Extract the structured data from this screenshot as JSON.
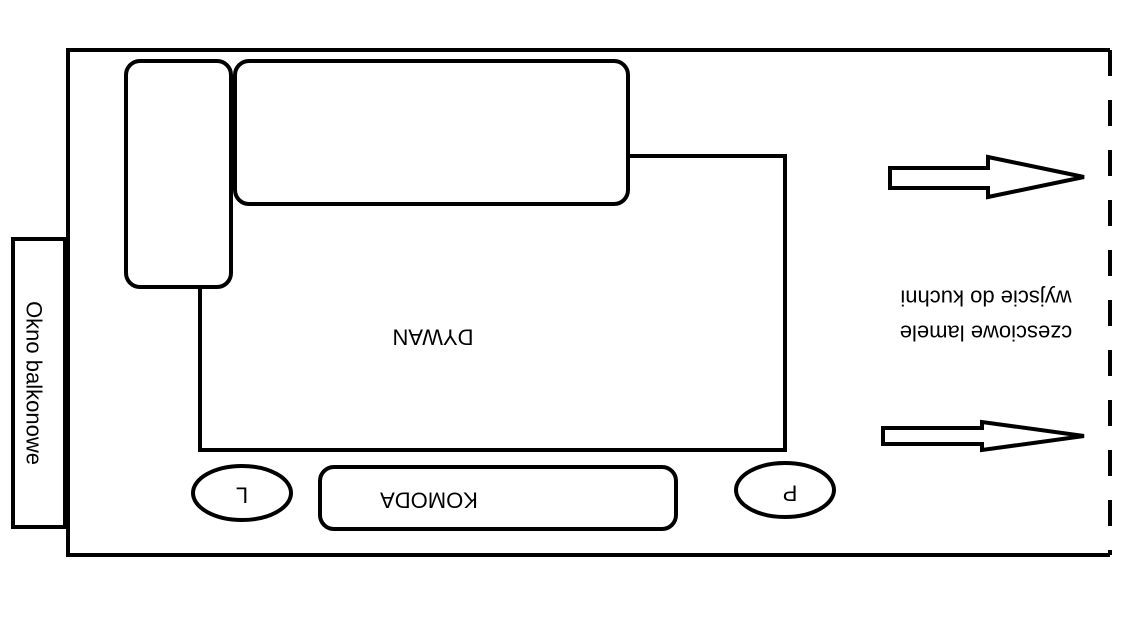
{
  "labels": {
    "window": "Okno balkonowe",
    "rug": "DYWAN",
    "dresser": "KOMODA",
    "left": "L",
    "right": "P",
    "exit_line1": "wyjscie do kuchni",
    "exit_line2": "czesciowe lamele"
  },
  "colors": {
    "stroke": "#000000",
    "background": "#ffffff"
  }
}
